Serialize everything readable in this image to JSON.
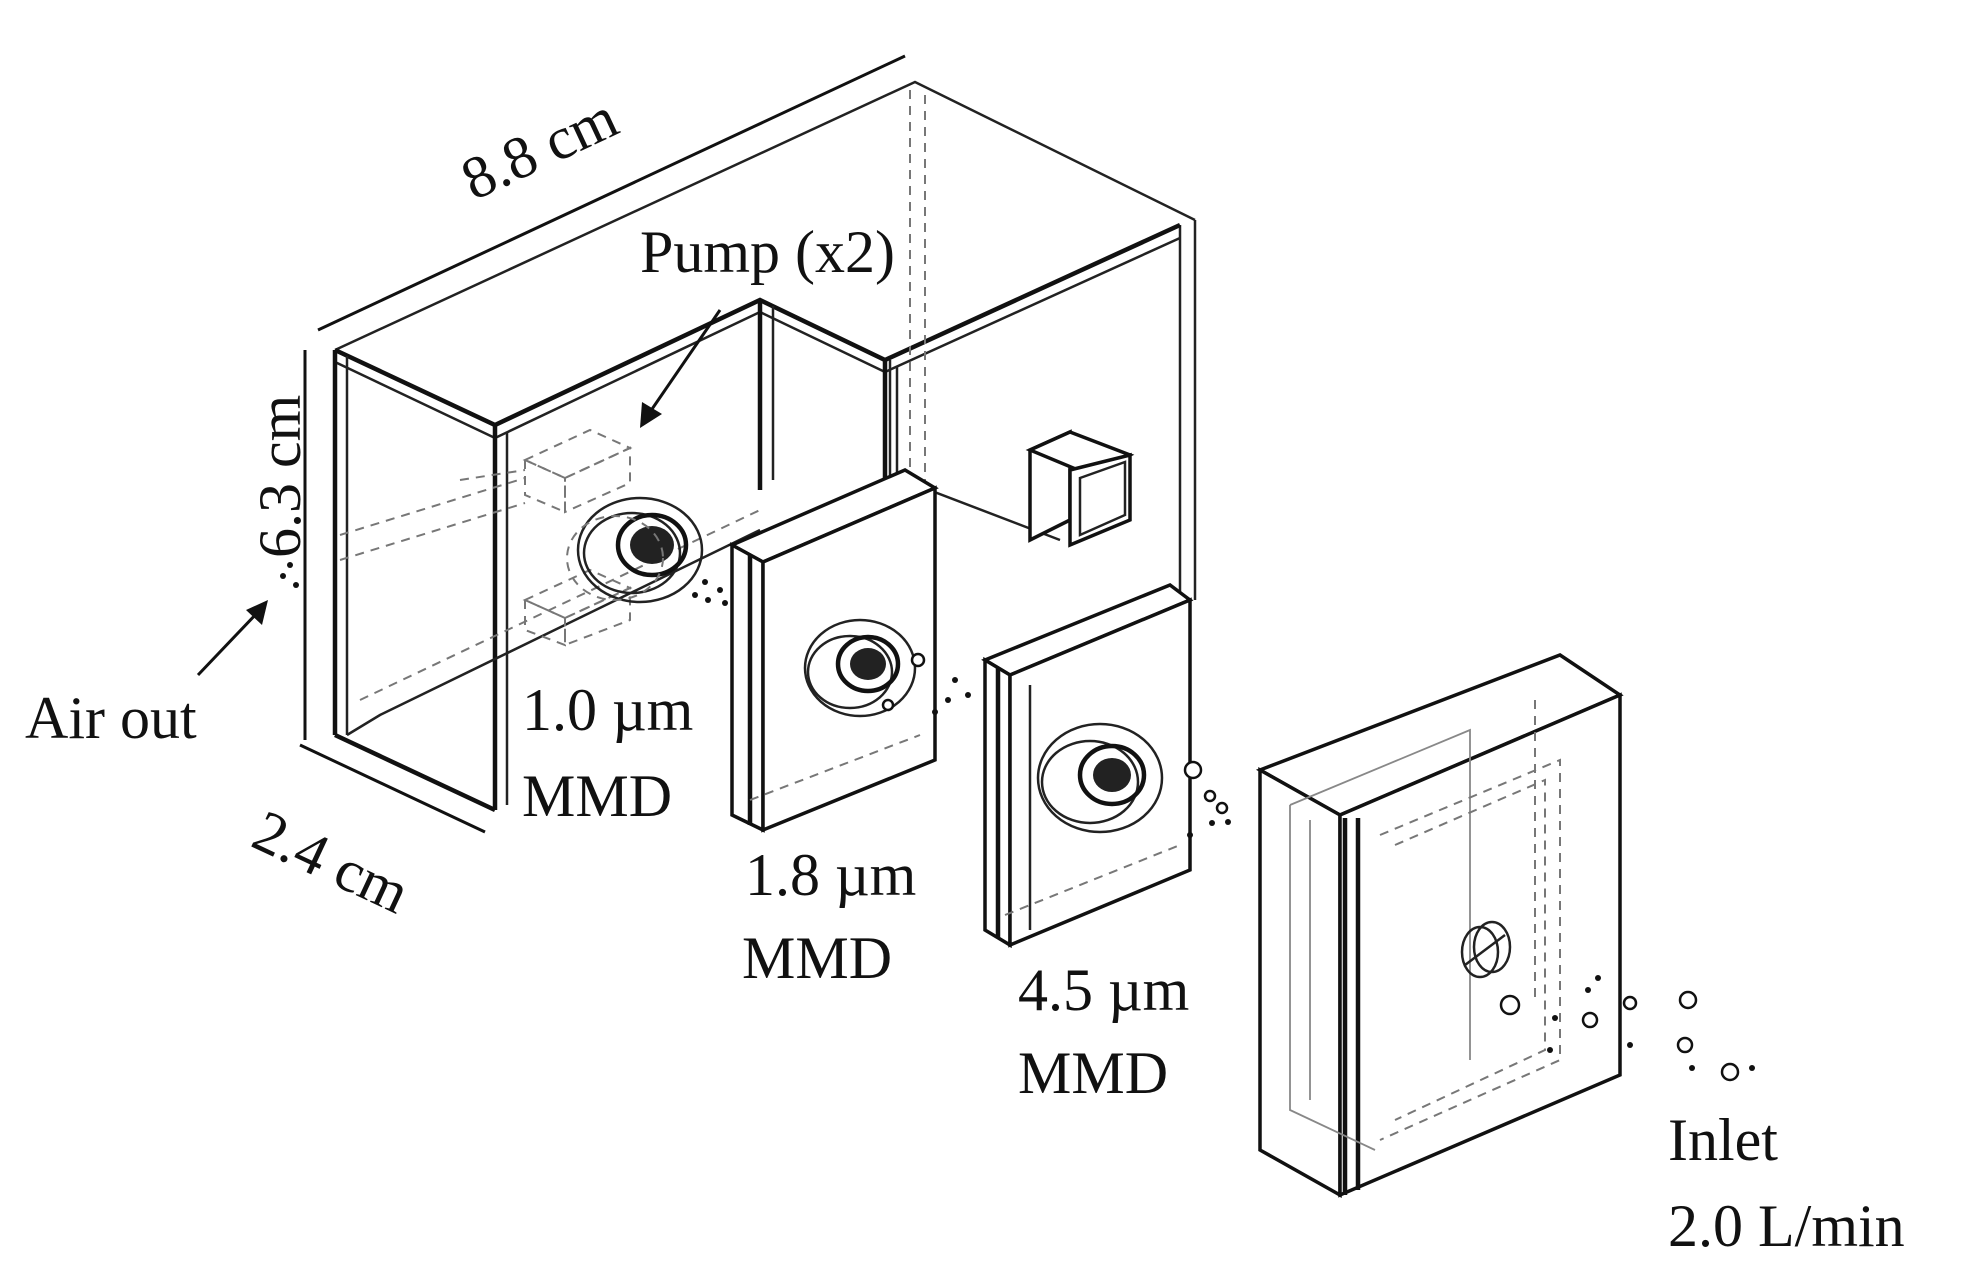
{
  "labels": {
    "length": "8.8 cm",
    "height": "6.3 cm",
    "depth": "2.4 cm",
    "pump": "Pump (x2)",
    "air_out": "Air out",
    "stage1_size": "1.0 µm",
    "stage1_unit": "MMD",
    "stage2_size": "1.8 µm",
    "stage2_unit": "MMD",
    "stage3_size": "4.5 µm",
    "stage3_unit": "MMD",
    "inlet": "Inlet",
    "flow": "2.0 L/min"
  }
}
